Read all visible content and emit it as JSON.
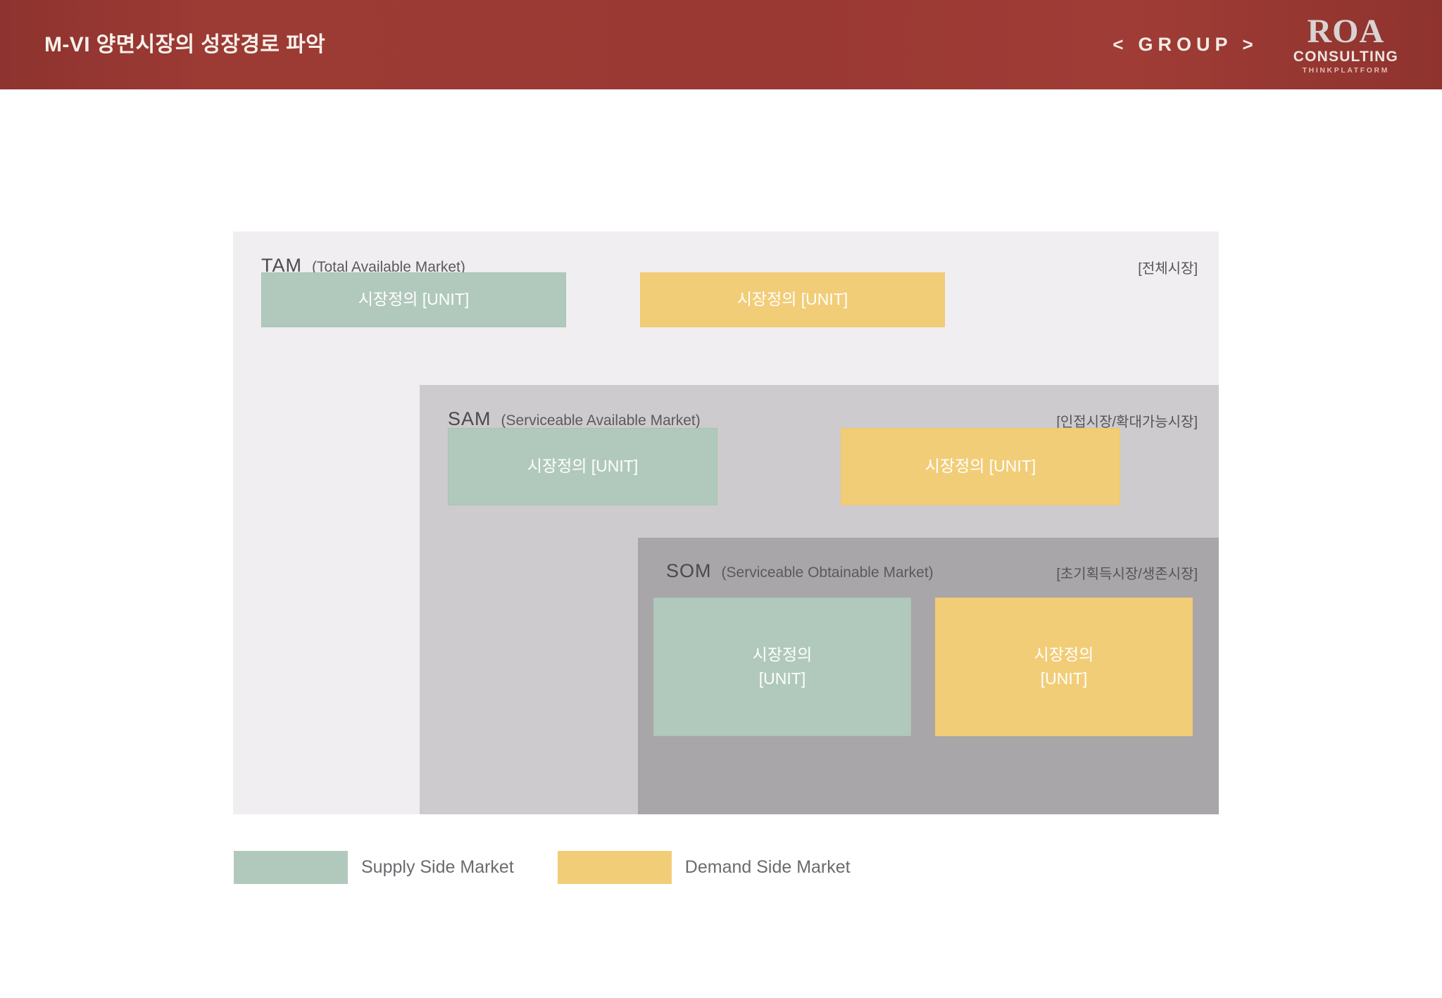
{
  "header": {
    "title": "M-VI 양면시장의 성장경로 파악",
    "nav_prev": "<",
    "nav_label": "GROUP",
    "nav_next": ">",
    "logo": {
      "mark": "ROA",
      "name": "CONSULTING",
      "tagline": "THINKPLATFORM"
    },
    "bg_color": "#9a3833",
    "title_color": "#f7f1ea"
  },
  "colors": {
    "supply": "#b1c9bd",
    "demand": "#f2cd78",
    "tam_bg": "#f0eef0",
    "sam_bg": "#cdcbcd",
    "som_bg": "#a8a6a8"
  },
  "chart_data": {
    "type": "table",
    "title": "TAM / SAM / SOM 양면시장 성장경로",
    "layout": "nested-rectangles",
    "levels": [
      {
        "abbr": "TAM",
        "full": "(Total Available Market)",
        "tag": "[전체시장]",
        "bg": "#f0eef0",
        "markets": [
          {
            "side": "supply",
            "label": "시장정의 [UNIT]",
            "color": "#b1c9bd"
          },
          {
            "side": "demand",
            "label": "시장정의 [UNIT]",
            "color": "#f2cd78"
          }
        ]
      },
      {
        "abbr": "SAM",
        "full": "(Serviceable Available Market)",
        "tag": "[인접시장/확대가능시장]",
        "bg": "#cdcbcd",
        "markets": [
          {
            "side": "supply",
            "label": "시장정의 [UNIT]",
            "color": "#b1c9bd"
          },
          {
            "side": "demand",
            "label": "시장정의 [UNIT]",
            "color": "#f2cd78"
          }
        ]
      },
      {
        "abbr": "SOM",
        "full": "(Serviceable Obtainable Market)",
        "tag": "[초기획득시장/생존시장]",
        "bg": "#a8a6a8",
        "markets": [
          {
            "side": "supply",
            "label_line1": "시장정의",
            "label_line2": "[UNIT]",
            "color": "#b1c9bd"
          },
          {
            "side": "demand",
            "label_line1": "시장정의",
            "label_line2": "[UNIT]",
            "color": "#f2cd78"
          }
        ]
      }
    ],
    "legend": {
      "position": "bottom-left",
      "entries": [
        {
          "label": "Supply Side Market",
          "color": "#b1c9bd"
        },
        {
          "label": "Demand Side Market",
          "color": "#f2cd78"
        }
      ]
    }
  }
}
